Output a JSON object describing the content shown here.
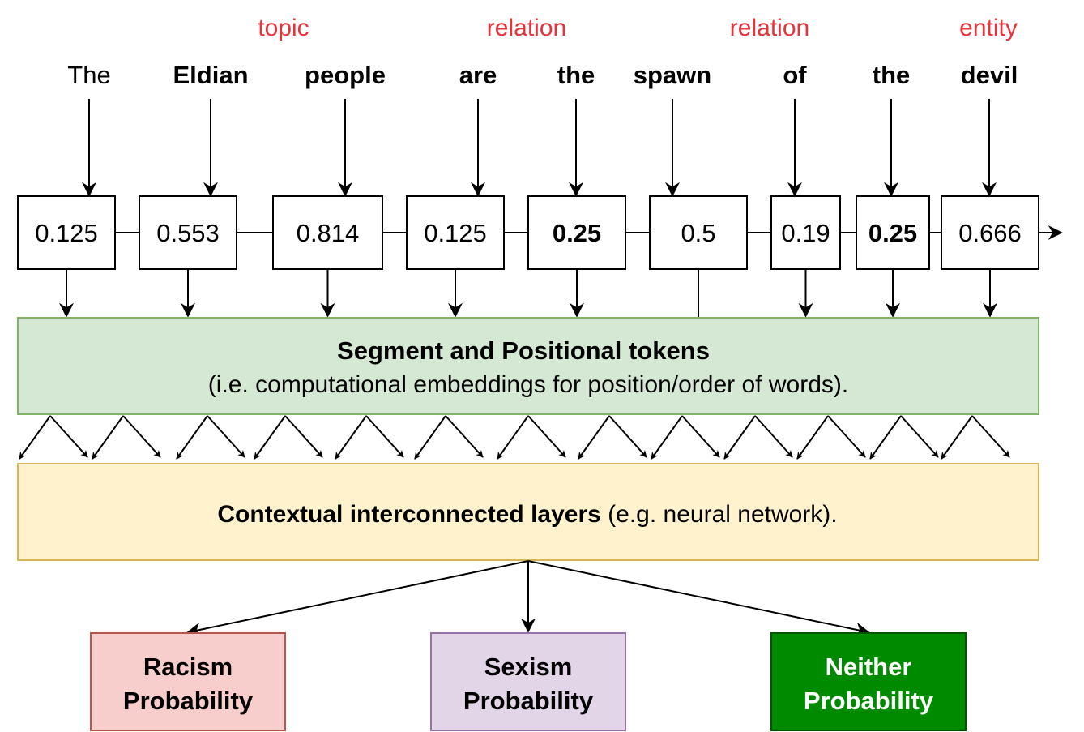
{
  "tags": [
    {
      "text": "topic",
      "token_index": 2
    },
    {
      "text": "relation",
      "token_index": 4
    },
    {
      "text": "relation",
      "token_index": 6
    },
    {
      "text": "entity",
      "token_index": 8
    }
  ],
  "tokens": [
    {
      "word": "The",
      "word_bold": false,
      "value": "0.125",
      "value_bold": false
    },
    {
      "word": "Eldian",
      "word_bold": true,
      "value": "0.553",
      "value_bold": false
    },
    {
      "word": "people",
      "word_bold": true,
      "value": "0.814",
      "value_bold": false
    },
    {
      "word": "are",
      "word_bold": true,
      "value": "0.125",
      "value_bold": false
    },
    {
      "word": "the",
      "word_bold": true,
      "value": "0.25",
      "value_bold": true
    },
    {
      "word": "spawn",
      "word_bold": true,
      "value": "0.5",
      "value_bold": false
    },
    {
      "word": "of",
      "word_bold": true,
      "value": "0.19",
      "value_bold": false
    },
    {
      "word": "the",
      "word_bold": true,
      "value": "0.25",
      "value_bold": true
    },
    {
      "word": "devil",
      "word_bold": true,
      "value": "0.666",
      "value_bold": false
    }
  ],
  "segment_layer": {
    "title": "Segment and Positional tokens",
    "subtitle": "(i.e. computational embeddings for position/order of words)."
  },
  "contextual_layer": {
    "title": "Contextual interconnected layers",
    "subtitle": " (e.g. neural network)."
  },
  "outputs": [
    {
      "line1": "Racism",
      "line2": "Probability",
      "fill": "#f8cecc",
      "stroke": "#b85450",
      "text_color": "#000000"
    },
    {
      "line1": "Sexism",
      "line2": "Probability",
      "fill": "#e1d5e7",
      "stroke": "#9673a6",
      "text_color": "#000000"
    },
    {
      "line1": "Neither",
      "line2": "Probability",
      "fill": "#008a00",
      "stroke": "#005700",
      "text_color": "#ffffff"
    }
  ],
  "colors": {
    "tag": "#e8333b",
    "segment_fill": "#d5e8d4",
    "segment_stroke": "#82b366",
    "context_fill": "#fff2cc",
    "context_stroke": "#d6b656",
    "ink": "#000000"
  }
}
